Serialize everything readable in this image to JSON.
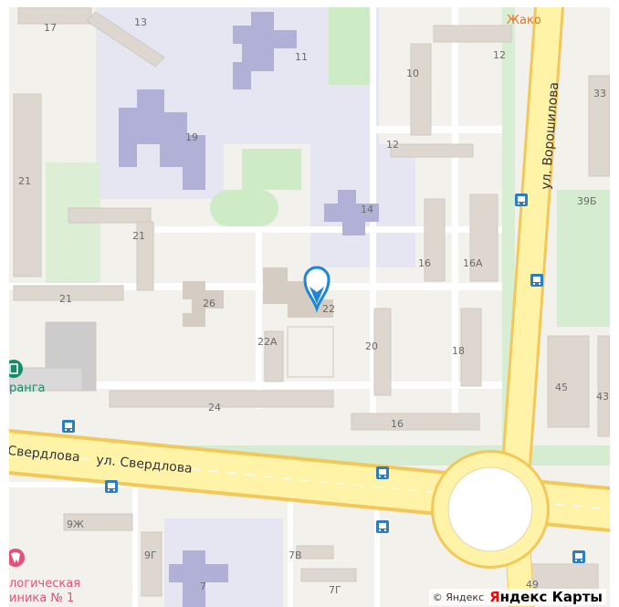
{
  "map": {
    "streets": [
      {
        "id": "sverdlova",
        "name": "ул. Свердлова"
      },
      {
        "id": "sverdlova-left",
        "name": "Свердлова"
      },
      {
        "id": "voroshilova",
        "name": "ул. Ворошилова"
      }
    ],
    "house_numbers": [
      "17",
      "13",
      "11",
      "10",
      "12",
      "33",
      "19",
      "12",
      "21",
      "14",
      "39Б",
      "21",
      "16",
      "16А",
      "21",
      "26",
      "22",
      "22А",
      "20",
      "18",
      "45",
      "43",
      "24",
      "16",
      "9Ж",
      "9Г",
      "7В",
      "7",
      "7Г",
      "49"
    ],
    "pois": [
      {
        "id": "zhako",
        "name": "Жако",
        "color": "#e8741c"
      },
      {
        "id": "ranga",
        "name": "ранга",
        "color": "#1a8a6a"
      },
      {
        "id": "clinic",
        "line1": "логическая",
        "line2": "иника № 1",
        "color": "#e0527a"
      }
    ],
    "marker": {
      "label": "selected-location"
    },
    "colors": {
      "background": "#f3f1ec",
      "building": "#ddd7d0",
      "school_zone": "#e6e6f3",
      "school_building": "#b1b1d8",
      "park": "#cdebc5",
      "main_road": "#fff3a8",
      "main_road_edge": "#f2c85a",
      "marker": "#1e86d9",
      "transit": "#2a7fc4"
    }
  },
  "attribution": {
    "copyright": "© Яндекс",
    "brand_first": "Я",
    "brand_rest": "ндекс Карты"
  }
}
